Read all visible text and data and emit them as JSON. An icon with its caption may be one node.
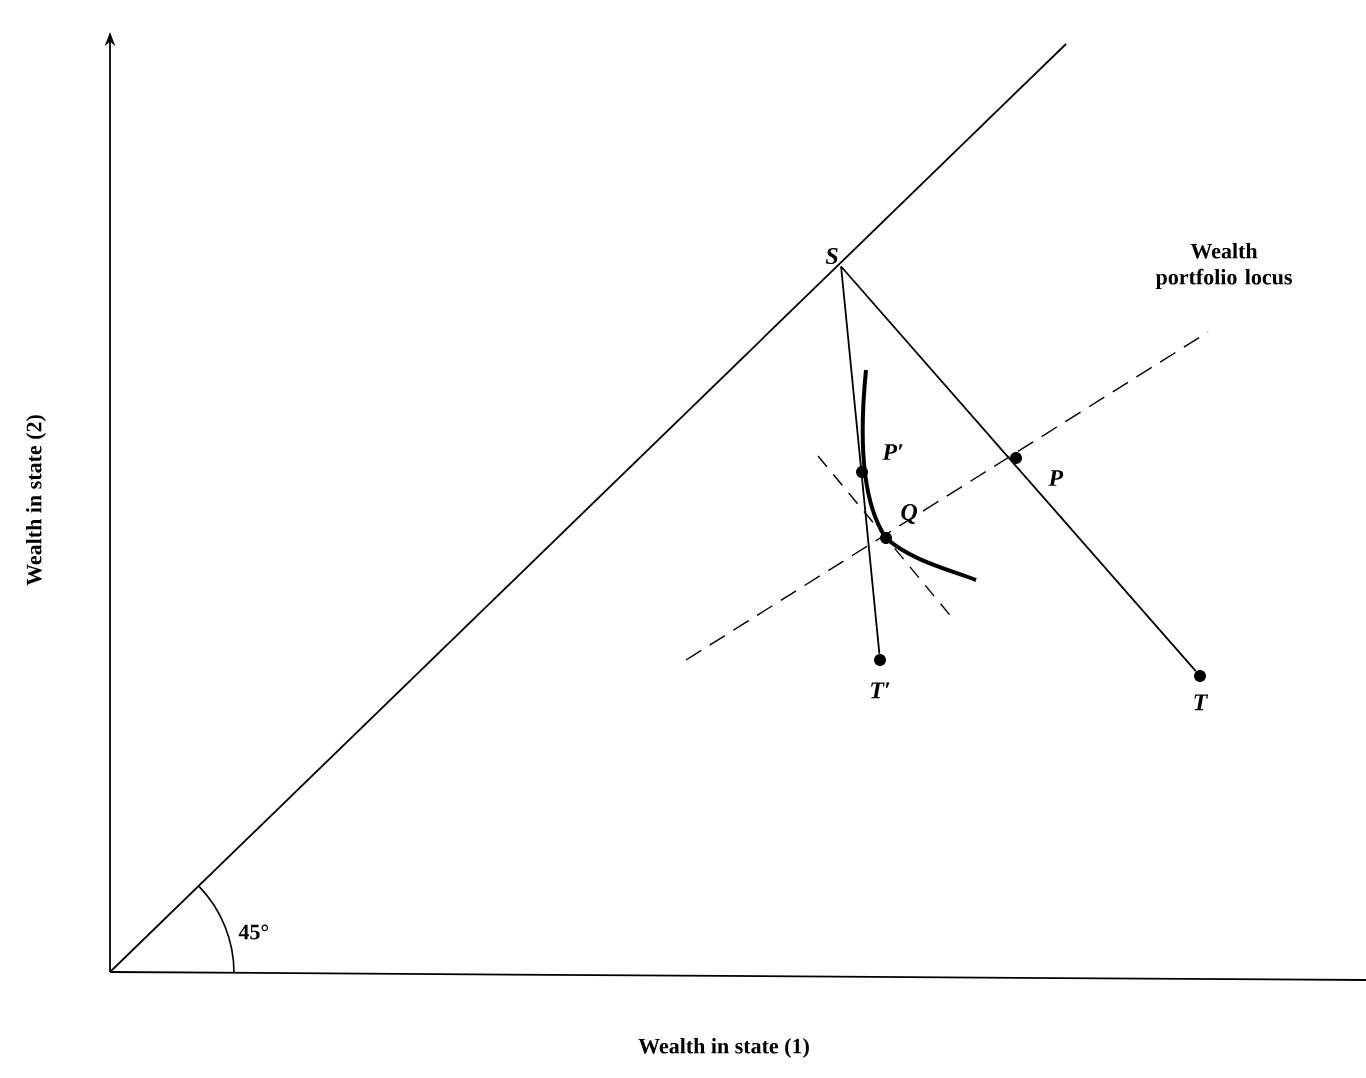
{
  "diagram": {
    "nodes": [
      {
        "text": [
          "S"
        ]
      },
      {
        "text": [],
        "shape": "circle",
        "beside": [
          "P′"
        ]
      },
      {
        "text": [],
        "shape": "circle",
        "beside": [
          "Q"
        ]
      },
      {
        "text": [],
        "shape": "circle",
        "beside": [
          "P"
        ]
      },
      {
        "text": [],
        "shape": "circle",
        "beside": [
          "T′"
        ]
      },
      {
        "text": [],
        "shape": "circle",
        "beside": [
          "T"
        ]
      }
    ],
    "edges": [
      {
        "from": 0,
        "to": 5,
        "arrow": "none"
      },
      {
        "from": 0,
        "to": 4,
        "arrow": "none"
      }
    ],
    "labels": [
      "Wealth portfolio locus",
      "Wealth in state (2)",
      "45°",
      "Wealth in state (1)"
    ]
  }
}
